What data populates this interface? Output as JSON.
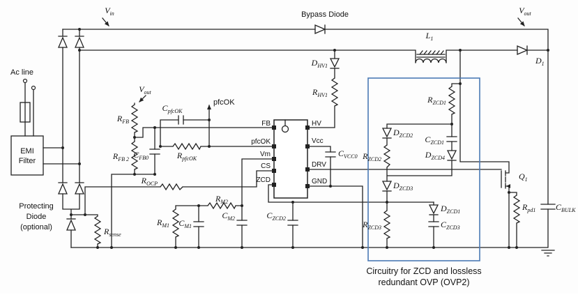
{
  "caption": {
    "line1": "Circuitry for ZCD and  lossless",
    "line2": "redundant OVP (OVP2)"
  },
  "colors": {
    "wire": "#222222",
    "highlight_box": "#4b7ab5",
    "caption_text": "#1b5fa0"
  },
  "annotations": {
    "bypass_diode": "Bypass Diode",
    "ac_line": "Ac line",
    "emi_line1": "EMI",
    "emi_line2": "Filter",
    "protecting_line1": "Protecting",
    "protecting_line2": "Diode",
    "protecting_line3": "(optional)",
    "pfcok_testpoint": "pfcOK"
  },
  "ic_pins": {
    "fb": "FB",
    "pfcok": "pfcOK",
    "vm": "Vm",
    "cs": "CS",
    "zcd": "ZCD",
    "hv": "HV",
    "vcc": "Vcc",
    "drv": "DRV",
    "gnd": "GND"
  },
  "components": {
    "vin": {
      "m": "V",
      "s": "in"
    },
    "vout_top": {
      "m": "V",
      "s": "out"
    },
    "vout_mid": {
      "m": "V",
      "s": "out"
    },
    "l1": {
      "m": "L",
      "s": "1"
    },
    "d1": {
      "m": "D",
      "s": "1"
    },
    "q1": {
      "m": "Q",
      "s": "1"
    },
    "rfb": {
      "m": "R",
      "s": "FB"
    },
    "rfb2": {
      "m": "R",
      "s": "FB 2"
    },
    "cfb0": {
      "m": "C",
      "s": "FB0"
    },
    "cpfcok": {
      "m": "C",
      "s": "pfcOK"
    },
    "rpfcok": {
      "m": "R",
      "s": "pfcOK"
    },
    "rocp": {
      "m": "R",
      "s": "OCP"
    },
    "rm1": {
      "m": "R",
      "s": "M1"
    },
    "rm2": {
      "m": "R",
      "s": "M2"
    },
    "cm1": {
      "m": "C",
      "s": "M1"
    },
    "cm2": {
      "m": "C",
      "s": "M2"
    },
    "czcd2": {
      "m": "C",
      "s": "ZCD2"
    },
    "rsense": {
      "m": "R",
      "s": "sense"
    },
    "dhv1": {
      "m": "D",
      "s": "HV1"
    },
    "rhv1": {
      "m": "R",
      "s": "HV1"
    },
    "cvcc0": {
      "m": "C",
      "s": "VCC0"
    },
    "rzcd1": {
      "m": "R",
      "s": "ZCD1"
    },
    "dzcd2": {
      "m": "D",
      "s": "ZCD2"
    },
    "czcd1": {
      "m": "C",
      "s": "ZCD1"
    },
    "rzcd2": {
      "m": "R",
      "s": "ZCD2"
    },
    "dzcd4": {
      "m": "D",
      "s": "ZCD4"
    },
    "dzcd3": {
      "m": "D",
      "s": "ZCD3"
    },
    "dzcd1": {
      "m": "D",
      "s": "ZCD1"
    },
    "rzcd3": {
      "m": "R",
      "s": "ZCD3"
    },
    "czcd3": {
      "m": "C",
      "s": "ZCD3"
    },
    "rpd1": {
      "m": "R",
      "s": "pd1"
    },
    "cbulk": {
      "m": "C",
      "s": "BULK"
    }
  }
}
